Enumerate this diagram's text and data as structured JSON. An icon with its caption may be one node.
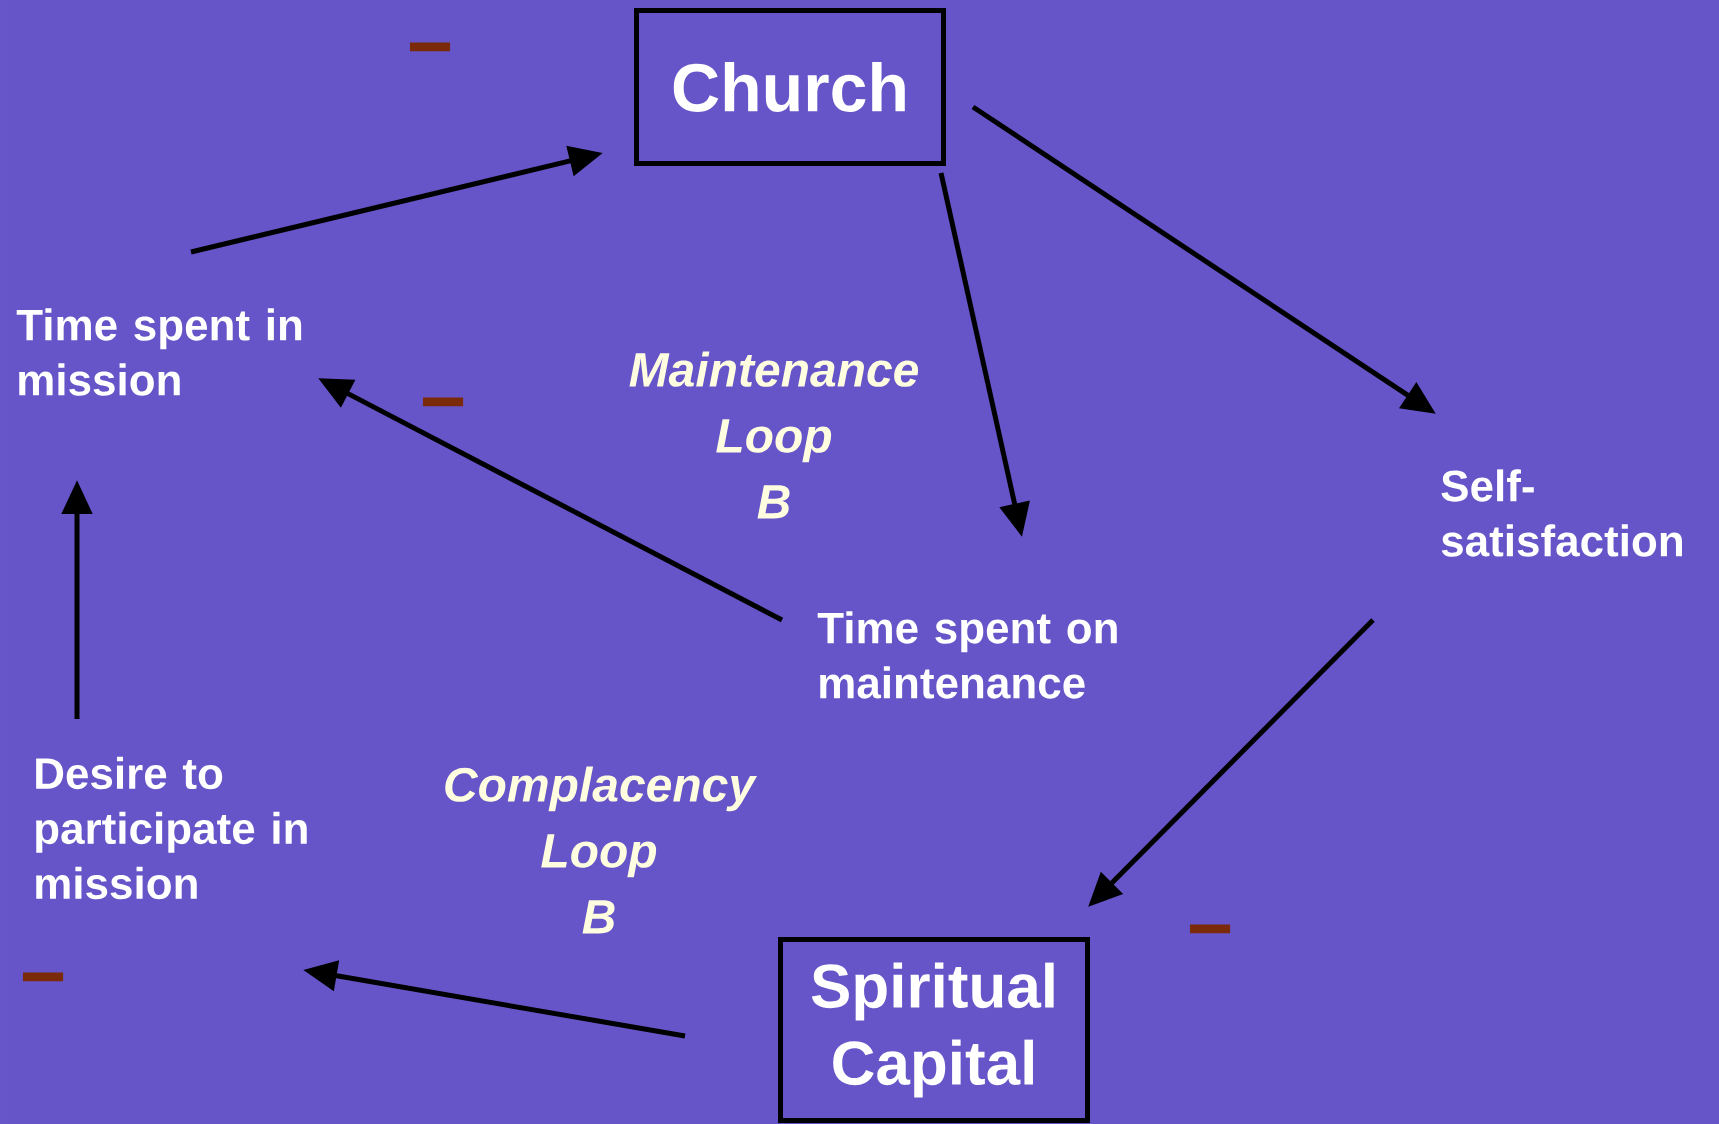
{
  "diagram": {
    "nodes": [
      {
        "text": [
          "Church"
        ]
      },
      {
        "text": [
          "Self-satisfaction"
        ]
      },
      {
        "text": [
          "Time spent on maintenance"
        ]
      },
      {
        "text": [
          "Time spent in mission"
        ]
      },
      {
        "text": [
          "Desire to participate in mission"
        ]
      },
      {
        "text": [
          "Spiritual Capital"
        ]
      }
    ],
    "edges": [
      {
        "from": 3,
        "to": 0,
        "arrow": "to"
      },
      {
        "from": 0,
        "to": 2,
        "arrow": "to"
      },
      {
        "from": 0,
        "to": 1,
        "arrow": "to"
      },
      {
        "from": 1,
        "to": 5,
        "arrow": "to"
      },
      {
        "from": 5,
        "to": 4,
        "arrow": "to"
      },
      {
        "from": 4,
        "to": 3,
        "arrow": "to"
      },
      {
        "from": 2,
        "to": 3,
        "arrow": "to"
      }
    ],
    "labels": [
      "−",
      "Maintenance Loop B",
      "−",
      "Complacency Loop B",
      "−",
      "−"
    ]
  }
}
